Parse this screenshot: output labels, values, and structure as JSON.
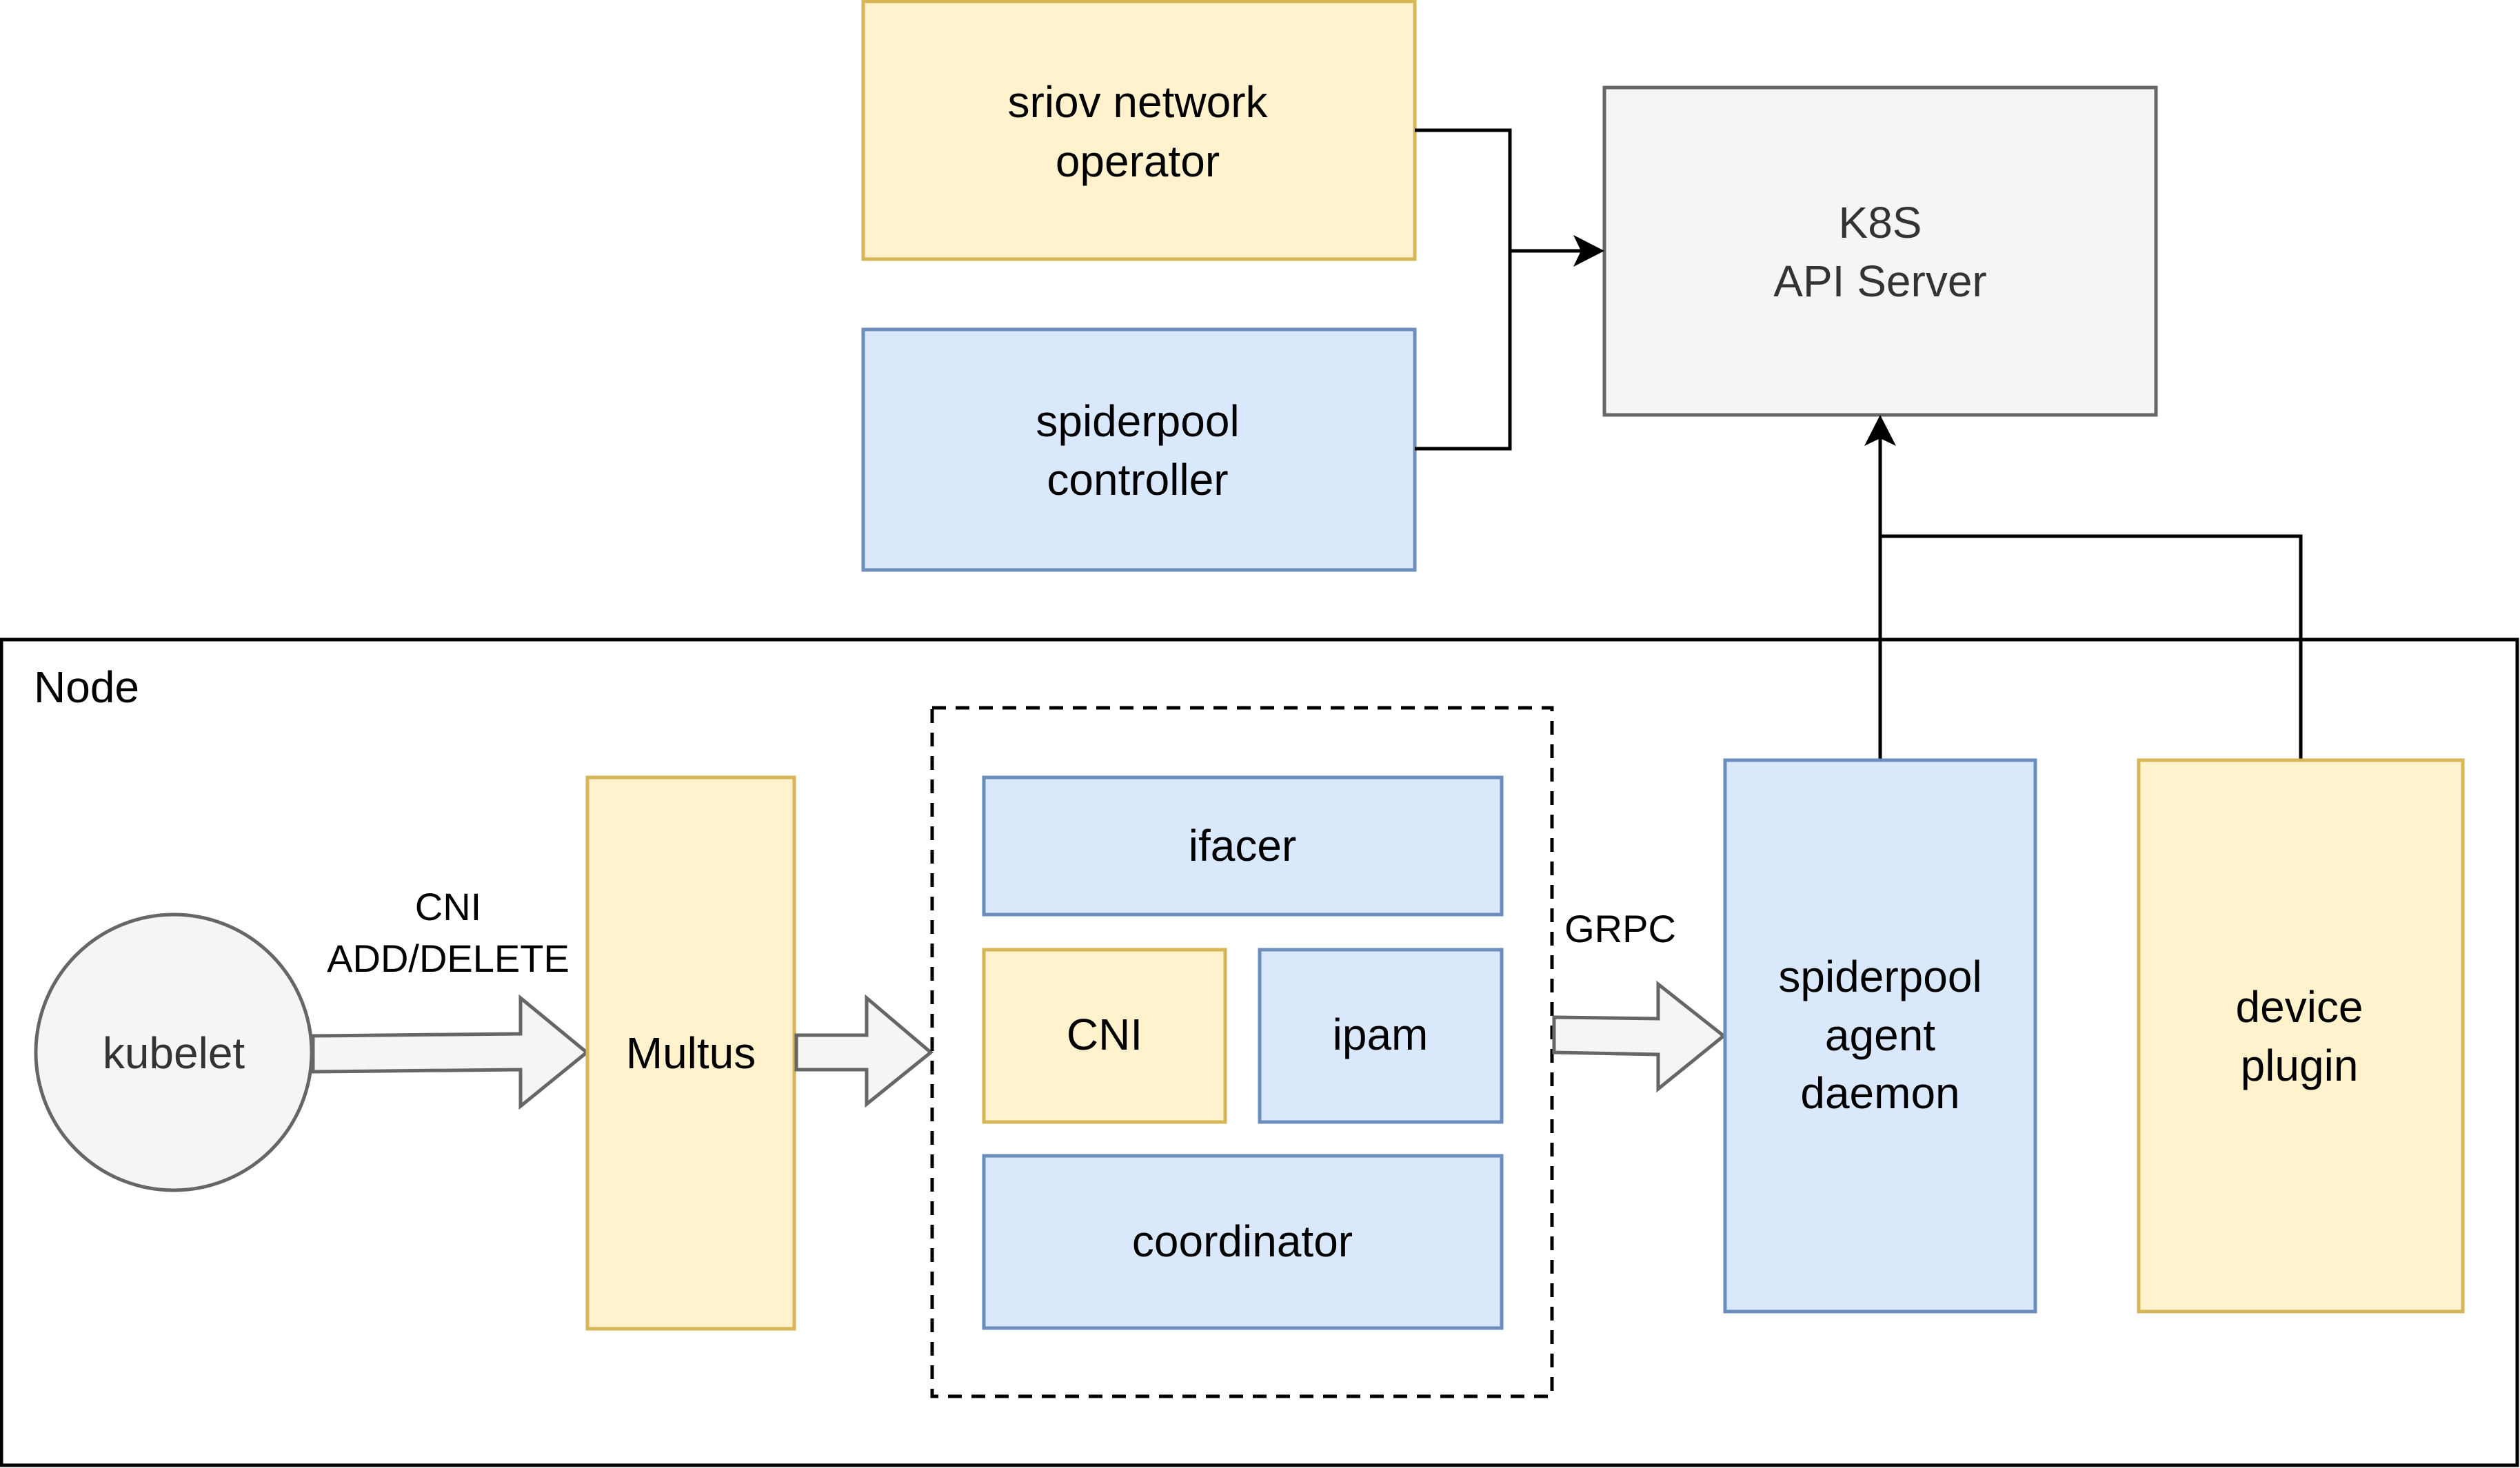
{
  "diagram": {
    "nodes": {
      "sriov_operator": {
        "line1": "sriov network",
        "line2": "operator",
        "fill": "#fff2cc",
        "stroke": "#d6b656"
      },
      "spiderpool_controller": {
        "line1": "spiderpool",
        "line2": "controller",
        "fill": "#dae8fc",
        "stroke": "#6c8ebf"
      },
      "k8s_api_server": {
        "line1": "K8S",
        "line2": "API Server",
        "fill": "#f5f5f5",
        "stroke": "#666666"
      },
      "node_container": {
        "label": "Node"
      },
      "kubelet": {
        "label": "kubelet",
        "fill": "#f5f5f5",
        "stroke": "#666666"
      },
      "multus": {
        "label": "Multus",
        "fill": "#fff2cc",
        "stroke": "#d6b656"
      },
      "ifacer": {
        "label": "ifacer",
        "fill": "#dae8fc",
        "stroke": "#6c8ebf"
      },
      "cni": {
        "label": "CNI",
        "fill": "#fff2cc",
        "stroke": "#d6b656"
      },
      "ipam": {
        "label": "ipam",
        "fill": "#dae8fc",
        "stroke": "#6c8ebf"
      },
      "coordinator": {
        "label": "coordinator",
        "fill": "#dae8fc",
        "stroke": "#6c8ebf"
      },
      "spiderpool_agent": {
        "line1": "spiderpool",
        "line2": "agent",
        "line3": "daemon",
        "fill": "#dae8fc",
        "stroke": "#6c8ebf"
      },
      "device_plugin": {
        "line1": "device",
        "line2": "plugin",
        "fill": "#fff2cc",
        "stroke": "#d6b656"
      }
    },
    "edges": {
      "cni_call": {
        "line1": "CNI",
        "line2": "ADD/DELETE"
      },
      "grpc": {
        "label": "GRPC"
      }
    }
  }
}
